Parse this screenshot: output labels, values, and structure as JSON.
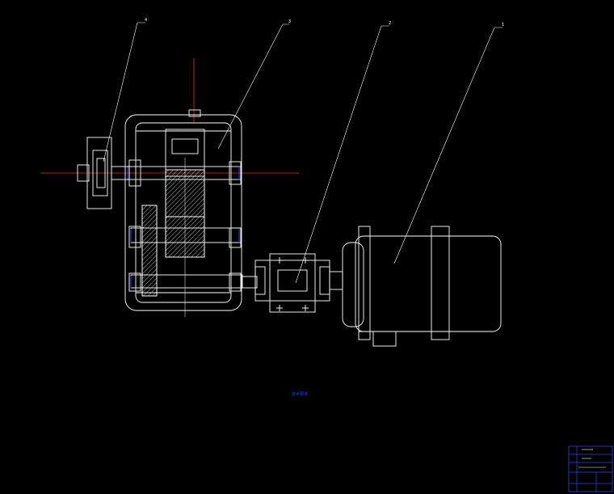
{
  "balloons": [
    {
      "label": "4"
    },
    {
      "label": "3"
    },
    {
      "label": "2"
    },
    {
      "label": "1"
    }
  ],
  "notes": {
    "title": "技术要求",
    "lines": [
      "",
      "",
      "",
      "",
      ""
    ]
  },
  "colors": {
    "background": "#000000",
    "outline": "#ffffff",
    "centerline": "#ff2020",
    "annotation": "#2a3cff",
    "hatch": "#ffffff"
  }
}
